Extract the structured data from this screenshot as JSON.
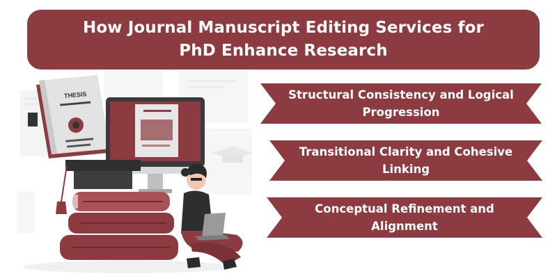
{
  "title": "How Journal Manuscript Editing Services for PhD Enhance Research",
  "points": [
    "Structural Consistency and Logical Progression",
    "Transitional Clarity and Cohesive Linking",
    "Conceptual Refinement and Alignment"
  ],
  "illustration": {
    "book_label": "THESIS",
    "icons": [
      "thesis-book-icon",
      "computer-monitor-icon",
      "graduation-cap-icon",
      "laptop-icon",
      "book-stack-icon"
    ]
  },
  "colors": {
    "accent": "#8c3b40",
    "accent_dark": "#6e2a2f",
    "accent_light": "#a85257",
    "text_on_accent": "#ffffff",
    "background_doc": "#e9e9e9"
  }
}
